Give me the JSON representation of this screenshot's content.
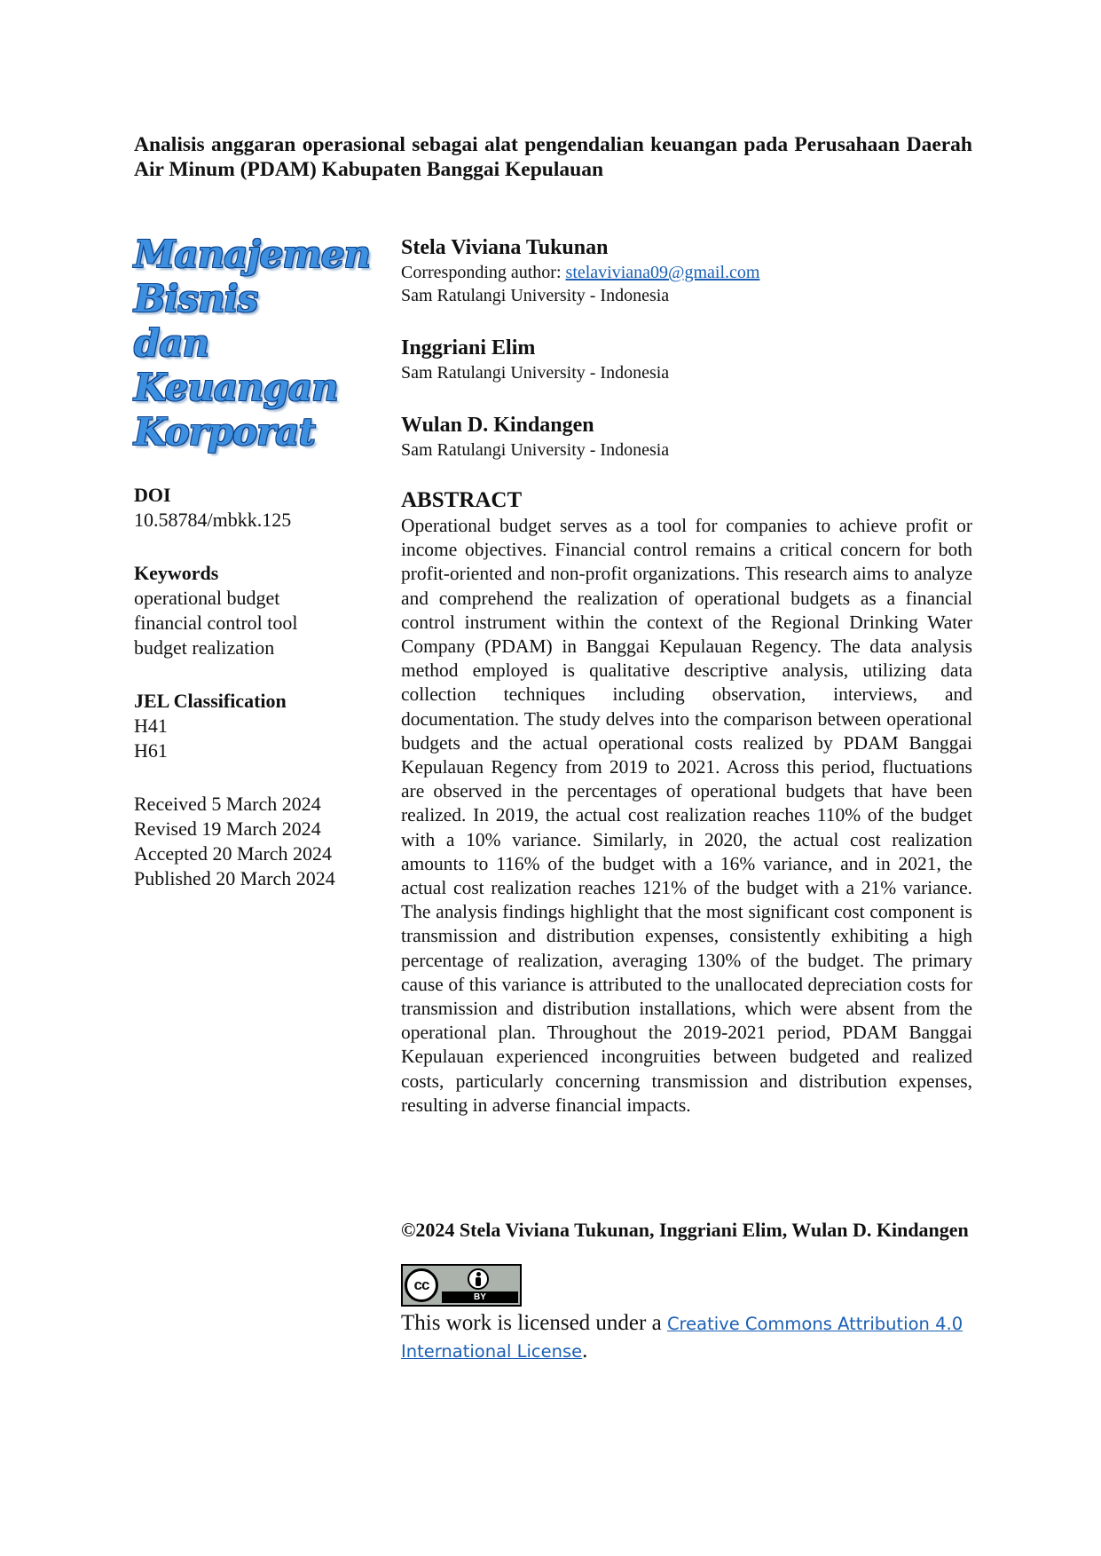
{
  "title": "Analisis anggaran operasional sebagai alat pengendalian keuangan pada Perusahaan Daerah Air Minum (PDAM) Kabupaten Banggai Kepulauan",
  "journal_logo": {
    "lines": [
      "Manajemen",
      "Bisnis",
      "dan",
      "Keuangan",
      "Korporat"
    ],
    "color": "#3d8fe0"
  },
  "doi": {
    "heading": "DOI",
    "value": "10.58784/mbkk.125"
  },
  "keywords": {
    "heading": "Keywords",
    "items": [
      "operational budget",
      "financial control tool",
      "budget realization"
    ]
  },
  "jel": {
    "heading": "JEL Classification",
    "codes": [
      "H41",
      "H61"
    ]
  },
  "dates": {
    "received": "Received 5 March 2024",
    "revised": "Revised 19 March 2024",
    "accepted": "Accepted 20 March 2024",
    "published": "Published 20 March 2024"
  },
  "authors": [
    {
      "name": "Stela Viviana Tukunan",
      "corresponding_label": "Corresponding author: ",
      "email": "stelaviviana09@gmail.com",
      "affiliation": "Sam Ratulangi University - Indonesia"
    },
    {
      "name": "Inggriani Elim",
      "affiliation": "Sam Ratulangi University - Indonesia"
    },
    {
      "name": "Wulan D. Kindangen",
      "affiliation": "Sam Ratulangi University - Indonesia"
    }
  ],
  "abstract": {
    "heading": "ABSTRACT",
    "text": "Operational budget serves as a tool for companies to achieve profit or income objectives. Financial control remains a critical concern for both profit-oriented and non-profit organizations. This research aims to analyze and comprehend the realization of operational budgets as a financial control instrument within the context of the Regional Drinking Water Company (PDAM) in Banggai Kepulauan Regency. The data analysis method employed is qualitative descriptive analysis, utilizing data collection techniques including observation, interviews, and documentation. The study delves into the comparison between operational budgets and the actual operational costs realized by PDAM Banggai Kepulauan Regency from 2019 to 2021. Across this period, fluctuations are observed in the percentages of operational budgets that have been realized. In 2019, the actual cost realization reaches 110% of the budget with a 10% variance. Similarly, in 2020, the actual cost realization amounts to 116% of the budget with a 16% variance, and in 2021, the actual cost realization reaches 121% of the budget with a 21% variance. The analysis findings highlight that the most significant cost component is transmission and distribution expenses, consistently exhibiting a high percentage of realization, averaging 130% of the budget. The primary cause of this variance is attributed to the unallocated depreciation costs for transmission and distribution installations, which were absent from the operational plan. Throughout the 2019-2021 period, PDAM Banggai Kepulauan experienced incongruities between budgeted and realized costs, particularly concerning transmission and distribution expenses, resulting in adverse financial impacts."
  },
  "copyright": "©2024 Stela Viviana Tukunan, Inggriani Elim, Wulan D. Kindangen",
  "license": {
    "badge_cc": "cc",
    "badge_by": "BY",
    "lead": "This work is licensed under a ",
    "link_text": "Creative Commons Attribution 4.0 International License",
    "trail": "."
  }
}
